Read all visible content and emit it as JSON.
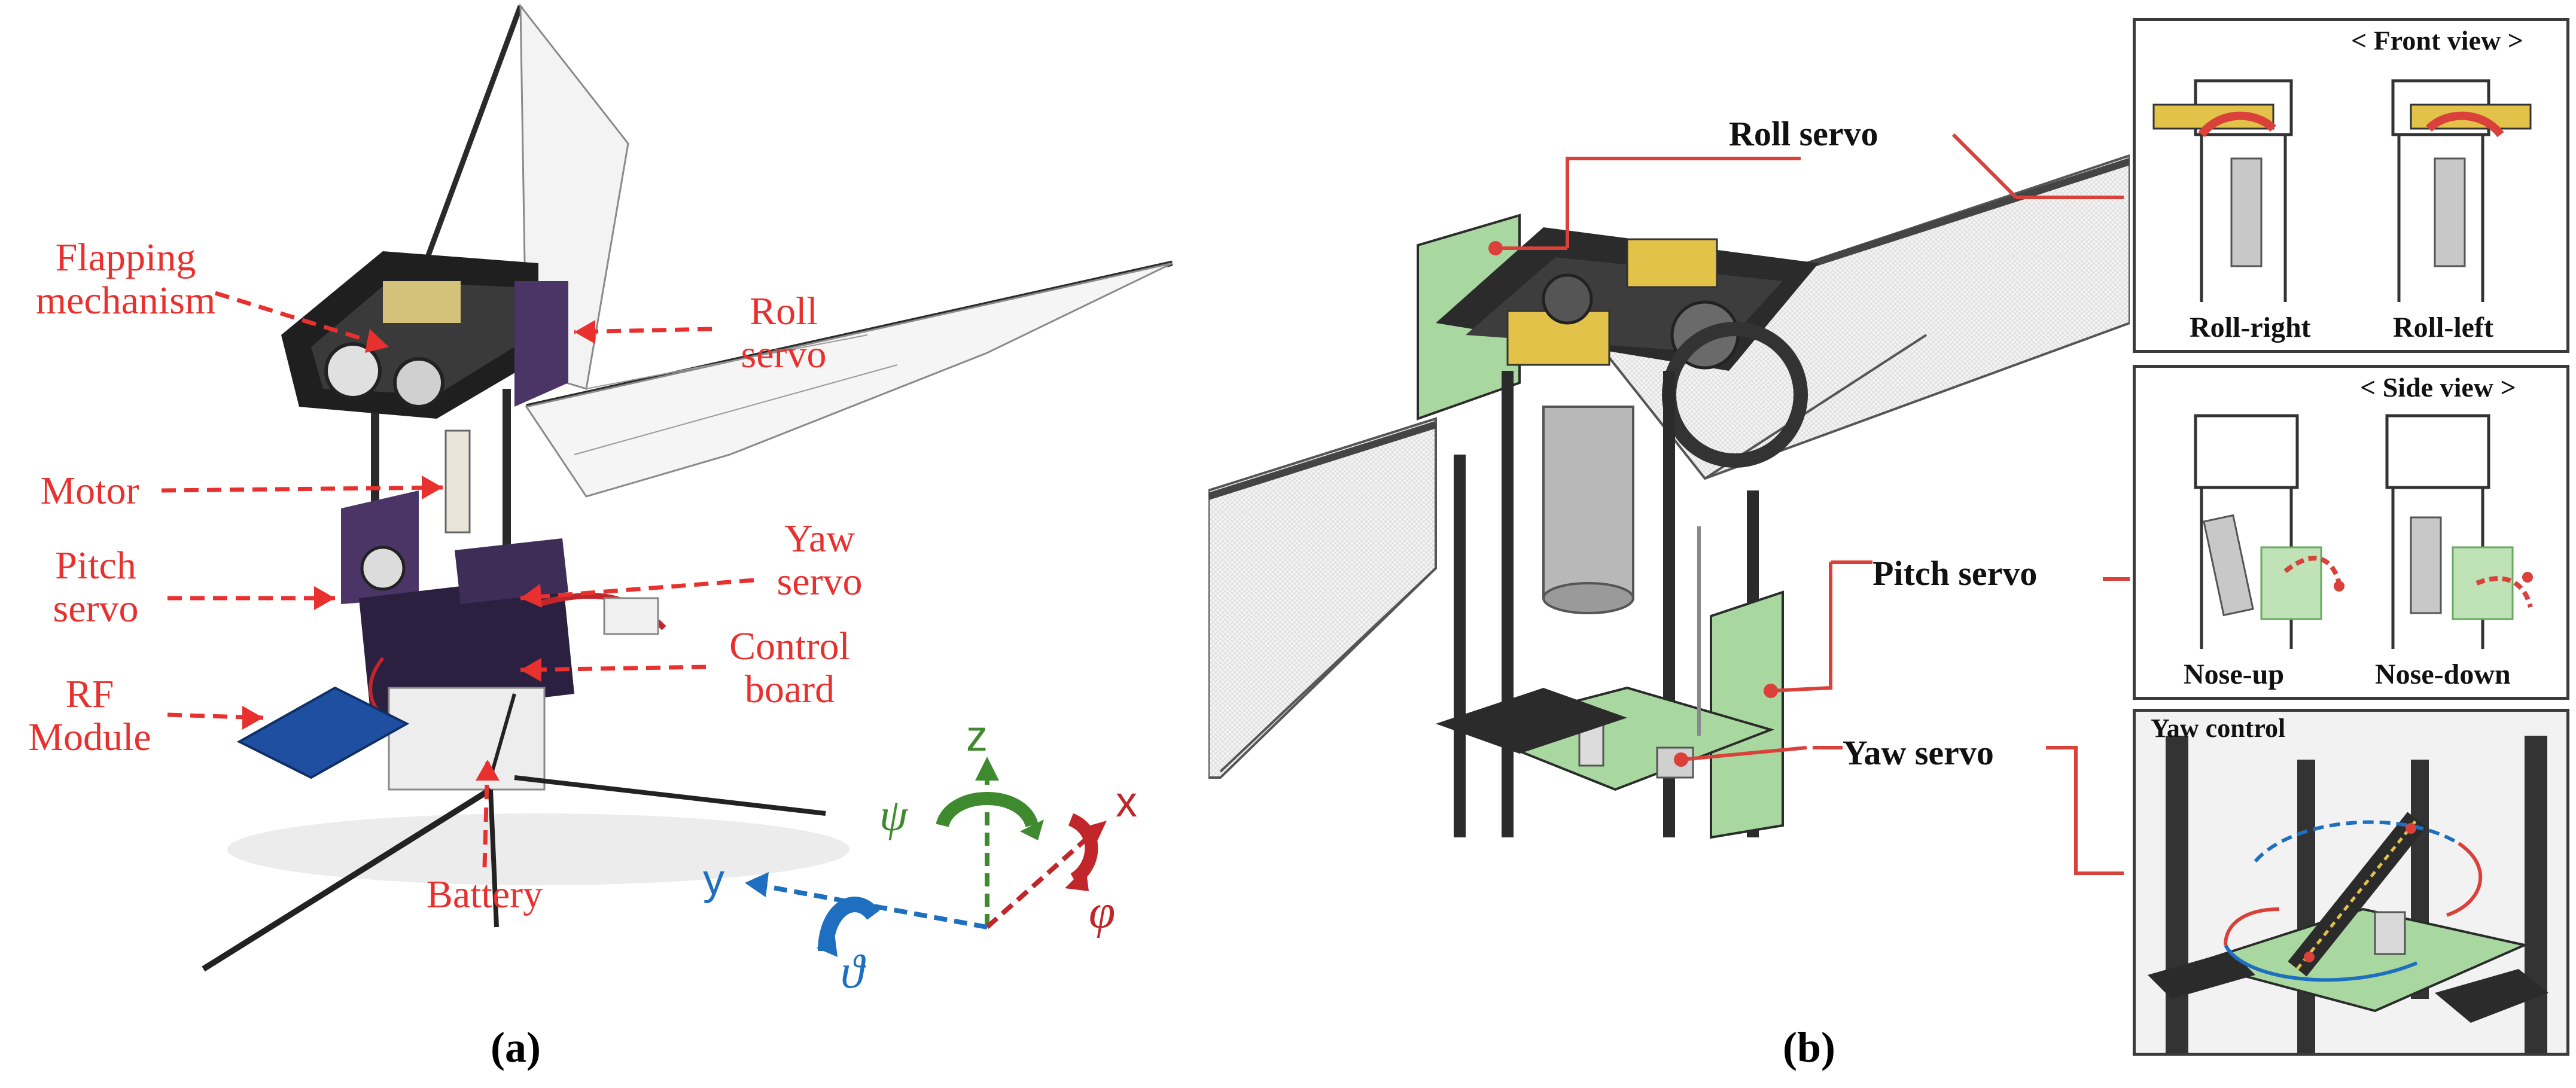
{
  "panel_a": {
    "caption": "(a)",
    "labels": {
      "flapping": "Flapping\nmechanism",
      "roll_servo": "Roll\nservo",
      "motor": "Motor",
      "yaw_servo": "Yaw\nservo",
      "pitch_servo": "Pitch\nservo",
      "control_board": "Control\nboard",
      "rf_module": "RF\nModule",
      "battery": "Battery"
    },
    "axes": {
      "x": "x",
      "y": "y",
      "z": "z",
      "psi": "ψ",
      "phi": "φ",
      "theta": "ϑ"
    }
  },
  "panel_b": {
    "caption": "(b)",
    "labels": {
      "roll_servo": "Roll servo",
      "pitch_servo": "Pitch servo",
      "yaw_servo": "Yaw servo"
    },
    "front_view": {
      "title": "< Front view >",
      "left": "Roll-right",
      "right": "Roll-left"
    },
    "side_view": {
      "title": "< Side view >",
      "left": "Nose-up",
      "right": "Nose-down"
    },
    "yaw_view": {
      "title": "Yaw control"
    }
  },
  "colors": {
    "label_red": "#e8312f",
    "axis_green": "#3f8a2e",
    "axis_blue": "#1f6fc0",
    "axis_red": "#c0262a",
    "pcb_green": "#a8d8a0",
    "servo_yellow": "#e3c24a"
  }
}
